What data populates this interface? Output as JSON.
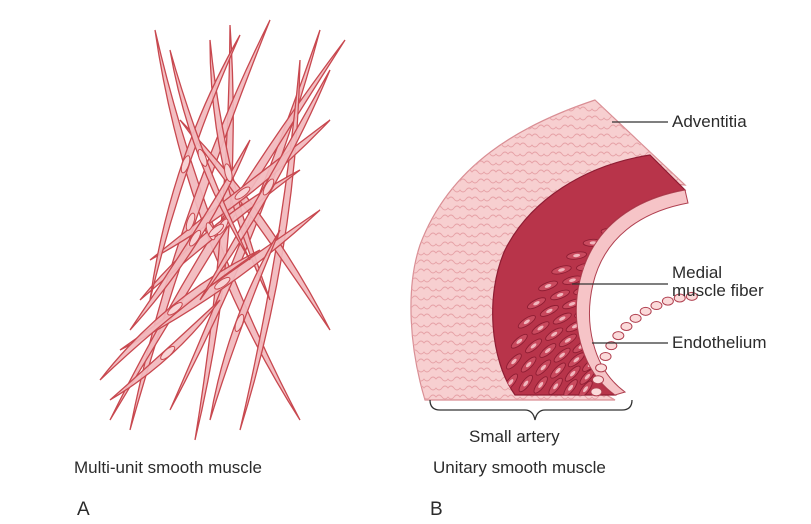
{
  "panel_a": {
    "caption": "Multi-unit smooth muscle",
    "letter": "A"
  },
  "panel_b": {
    "caption": "Unitary smooth muscle",
    "letter": "B",
    "bracket_label": "Small artery",
    "labels": {
      "adventitia": "Adventitia",
      "medial_line1": "Medial",
      "medial_line2": "muscle fiber",
      "endothelium": "Endothelium"
    }
  },
  "colors": {
    "fiber_fill": "#f2b9bd",
    "fiber_stroke": "#c8484f",
    "adventitia_fill": "#f7cfd0",
    "adventitia_texture": "#e6a3a8",
    "media_fill": "#b8344a",
    "media_dark": "#8e1d33",
    "endothelium_fill": "#f6c4c7",
    "leader": "#333333"
  }
}
